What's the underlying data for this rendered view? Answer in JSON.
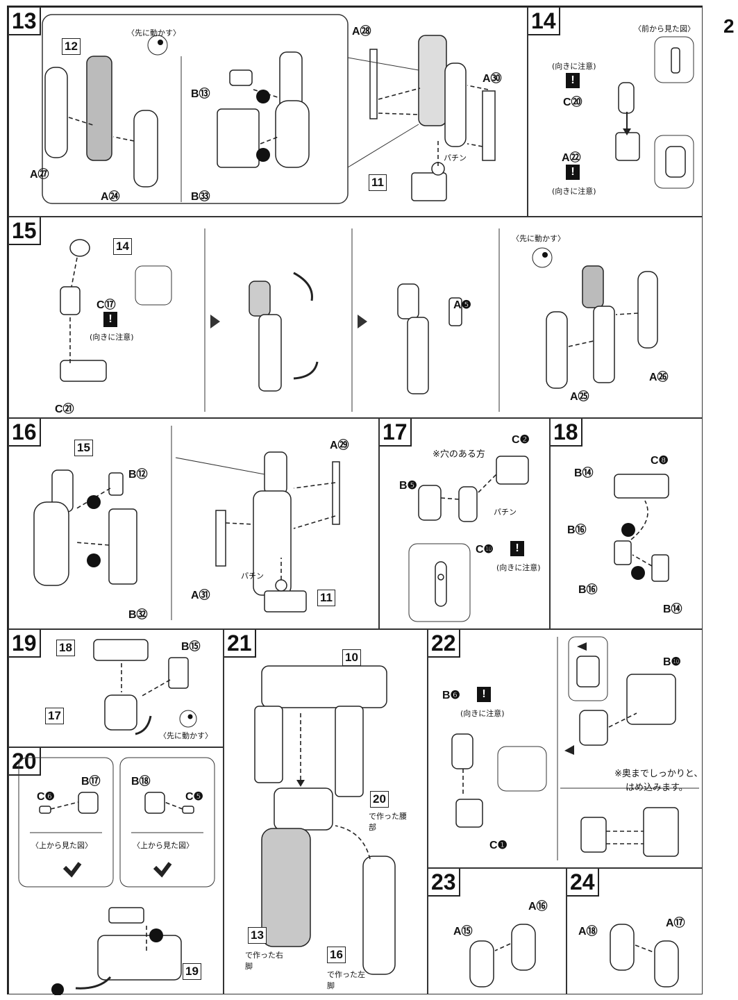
{
  "steps": {
    "s13": {
      "num": "13",
      "sub12": "12",
      "a27": "A㉗",
      "a24": "A㉔",
      "b13": "B⑬",
      "b33": "B㉝",
      "a28": "A㉘",
      "a30": "A㉚",
      "sub11": "11",
      "note_move": "〈先に動かす〉",
      "click": "パチン"
    },
    "s14": {
      "num": "14",
      "front_view": "〈前から見た図〉",
      "c20": "C⑳",
      "a22": "A㉒",
      "caution": "(向きに注意)"
    },
    "s15": {
      "num": "15",
      "sub14": "14",
      "c17": "C⑰",
      "c21": "C㉑",
      "a5": "A❺",
      "a25": "A㉕",
      "a26": "A㉖",
      "caution": "(向きに注意)",
      "note_move": "〈先に動かす〉"
    },
    "s16": {
      "num": "16",
      "sub15": "15",
      "b12": "B⑫",
      "b32": "B㉜",
      "a29": "A㉙",
      "a31": "A㉛",
      "sub11": "11",
      "click": "パチン"
    },
    "s17": {
      "num": "17",
      "hole_note": "※穴のある方",
      "c2": "C❷",
      "b5": "B❺",
      "c10": "C❿",
      "caution": "(向きに注意)",
      "click": "パチン"
    },
    "s18": {
      "num": "18",
      "b14a": "B⑭",
      "c8": "C❽",
      "b16a": "B⑯",
      "b16b": "B⑯",
      "b14b": "B⑭"
    },
    "s19": {
      "num": "19",
      "sub18": "18",
      "b15": "B⑮",
      "sub17": "17",
      "note_move": "〈先に動かす〉"
    },
    "s20": {
      "num": "20",
      "b17": "B⑰",
      "c6": "C❻",
      "b18": "B⑱",
      "c5": "C❺",
      "top_view": "〈上から見た図〉",
      "sub19": "19"
    },
    "s21": {
      "num": "21",
      "sub10": "10",
      "sub20": "20",
      "waist": "で作った腰部",
      "sub13": "13",
      "right_leg": "で作った右脚",
      "sub16": "16",
      "left_leg": "で作った左脚"
    },
    "s22": {
      "num": "22",
      "b6": "B❻",
      "caution": "(向きに注意)",
      "c1": "C❶",
      "b10": "B❿",
      "insert_note": "※奥までしっかりと、",
      "insert_note2": "はめ込みます。"
    },
    "s23": {
      "num": "23",
      "a15": "A⑮",
      "a16": "A⑯"
    },
    "s24": {
      "num": "24",
      "a18": "A⑱",
      "a17": "A⑰"
    }
  },
  "partial_next": {
    "label": "2"
  },
  "colors": {
    "line": "#222222",
    "gray": "#9a9a9a",
    "bg": "#ffffff",
    "caution": "#111111"
  }
}
